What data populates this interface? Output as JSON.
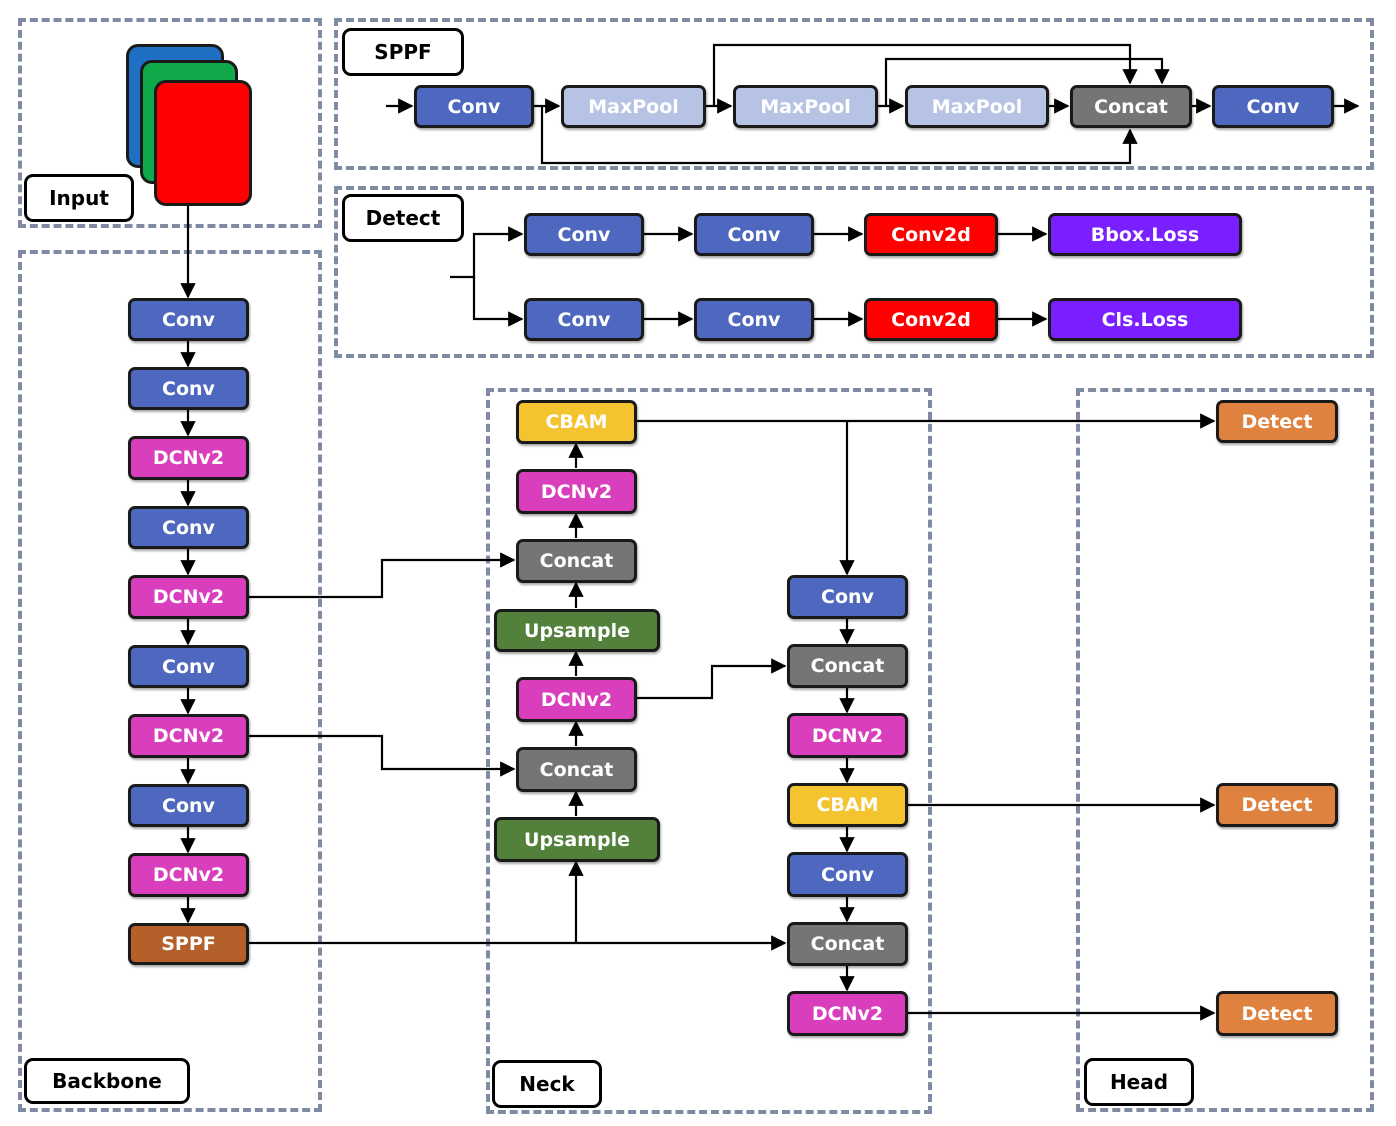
{
  "groups": {
    "input": "Input",
    "sppf": "SPPF",
    "detect": "Detect",
    "backbone": "Backbone",
    "neck": "Neck",
    "head": "Head"
  },
  "sppf_module": [
    "Conv",
    "MaxPool",
    "MaxPool",
    "MaxPool",
    "Concat",
    "Conv"
  ],
  "detect_module": {
    "bbox_branch": [
      "Conv",
      "Conv",
      "Conv2d",
      "Bbox.Loss"
    ],
    "cls_branch": [
      "Conv",
      "Conv",
      "Conv2d",
      "Cls.Loss"
    ]
  },
  "backbone": [
    "Conv",
    "Conv",
    "DCNv2",
    "Conv",
    "DCNv2",
    "Conv",
    "DCNv2",
    "Conv",
    "DCNv2",
    "SPPF"
  ],
  "neck_left": [
    "CBAM",
    "DCNv2",
    "Concat",
    "Upsample",
    "DCNv2",
    "Concat",
    "Upsample"
  ],
  "neck_right": [
    "Conv",
    "Concat",
    "DCNv2",
    "CBAM",
    "Conv",
    "Concat",
    "DCNv2"
  ],
  "head": [
    "Detect",
    "Detect",
    "Detect"
  ],
  "colors": {
    "conv": "#4e68bf",
    "dcnv2": "#d93fbd",
    "cbam": "#f4c430",
    "concat": "#757575",
    "upsample": "#53803a",
    "sppf": "#b4602a",
    "detect": "#e0823f",
    "maxpool": "#b7c3e5",
    "conv2d": "#ff0000",
    "loss": "#7a1fff",
    "input_channels": [
      "#1f6fc4",
      "#10a94a",
      "#ff0000"
    ],
    "group_border": "#7e8ba3"
  }
}
